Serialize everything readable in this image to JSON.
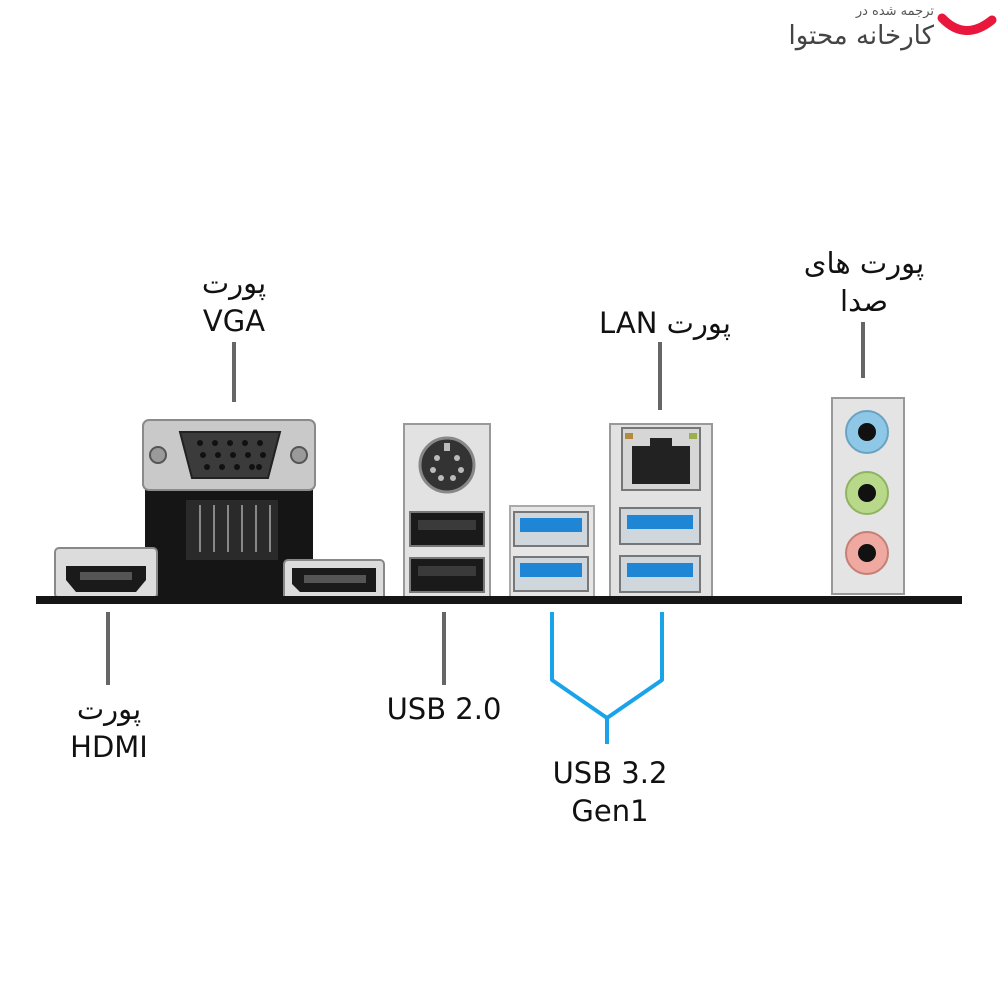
{
  "brand": {
    "caption": "ترجمه شده در",
    "name": "کارخانه محتوا",
    "accent_color": "#e8173b"
  },
  "labels": {
    "vga": {
      "line1": "پورت",
      "line2": "VGA"
    },
    "lan": "پورت LAN",
    "audio": {
      "line1": "پورت های",
      "line2": "صدا"
    },
    "hdmi": {
      "line1": "پورت",
      "line2": "HDMI"
    },
    "usb2": "USB 2.0",
    "usb32": {
      "line1": "USB 3.2",
      "line2": "Gen1"
    }
  },
  "colors": {
    "usb3_blue": "#1f86d6",
    "bracket_blue": "#1aa3e8",
    "audio_line_in": "#8fc7e6",
    "audio_line_out": "#b8d98a",
    "audio_mic": "#f0a9a0"
  }
}
